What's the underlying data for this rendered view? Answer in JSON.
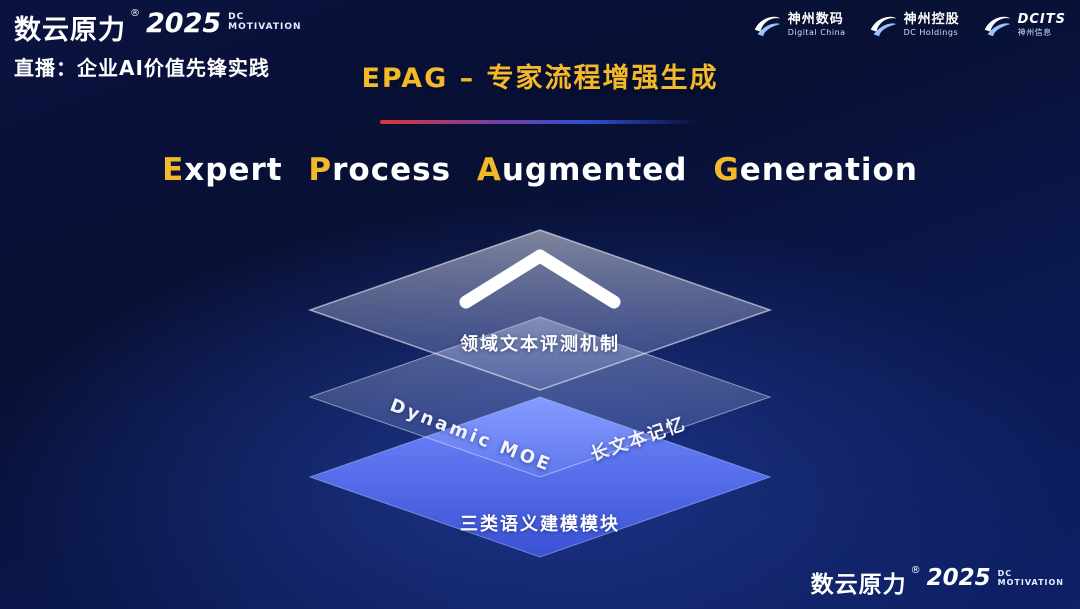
{
  "colors": {
    "accent_gold": "#f3b92b",
    "layer_blue": "#4a63e8",
    "divider_red": "#d9363c",
    "background_navy": "#0b1a55"
  },
  "header": {
    "brand": {
      "name": "数云原力",
      "reg": "®",
      "year": "2025",
      "tag_line1": "DC",
      "tag_line2": "MOTIVATION"
    },
    "live_label": "直播：企业AI价值先锋实践",
    "page_title": "EPAG – 专家流程增强生成",
    "logos": [
      {
        "cn": "神州数码",
        "en": "Digital China"
      },
      {
        "cn": "神州控股",
        "en": "DC Holdings"
      },
      {
        "cn": "DCITS",
        "en": "神州信息"
      }
    ]
  },
  "main": {
    "subtitle_parts": [
      {
        "accent": "E",
        "rest": "xpert"
      },
      {
        "accent": "P",
        "rest": "rocess"
      },
      {
        "accent": "A",
        "rest": "ugmented"
      },
      {
        "accent": "G",
        "rest": "eneration"
      }
    ],
    "stack": {
      "top_label": "领域文本评测机制",
      "middle_left_label": "Dynamic MOE",
      "middle_right_label": "长文本记忆",
      "bottom_label": "三类语义建模模块"
    }
  },
  "footer": {
    "brand": {
      "name": "数云原力",
      "reg": "®",
      "year": "2025",
      "tag_line1": "DC",
      "tag_line2": "MOTIVATION"
    }
  }
}
